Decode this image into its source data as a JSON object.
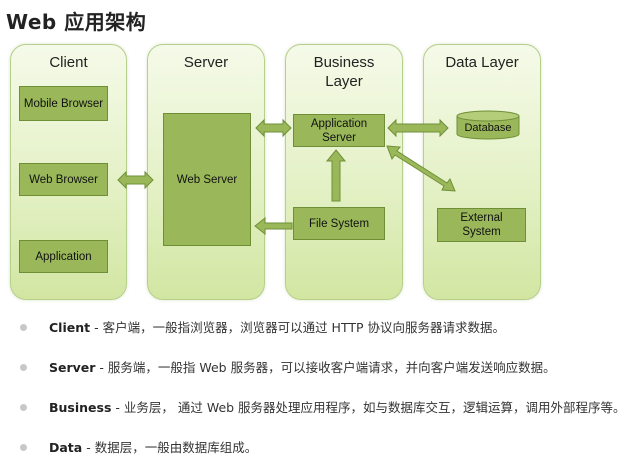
{
  "title": "Web 应用架构",
  "columns": [
    {
      "title": "Client"
    },
    {
      "title": "Server"
    },
    {
      "title": "Business Layer"
    },
    {
      "title": "Data Layer"
    }
  ],
  "nodes": {
    "mobile_browser": "Mobile Browser",
    "web_browser": "Web Browser",
    "application": "Application",
    "web_server": "Web Server",
    "application_server": "Application Server",
    "file_system": "File System",
    "database": "Database",
    "external_system": "External System"
  },
  "colors": {
    "panel_fill": "#e4f1c6",
    "node_fill": "#9ab85a",
    "arrow_fill": "#9ab85a"
  },
  "description": [
    {
      "term": "Client",
      "text": " - 客户端，一般指浏览器，浏览器可以通过 HTTP 协议向服务器请求数据。"
    },
    {
      "term": "Server",
      "text": " - 服务端，一般指 Web 服务器，可以接收客户端请求，并向客户端发送响应数据。"
    },
    {
      "term": "Business",
      "text": " - 业务层， 通过 Web 服务器处理应用程序，如与数据库交互，逻辑运算，调用外部程序等。"
    },
    {
      "term": "Data",
      "text": " - 数据层，一般由数据库组成。"
    }
  ]
}
